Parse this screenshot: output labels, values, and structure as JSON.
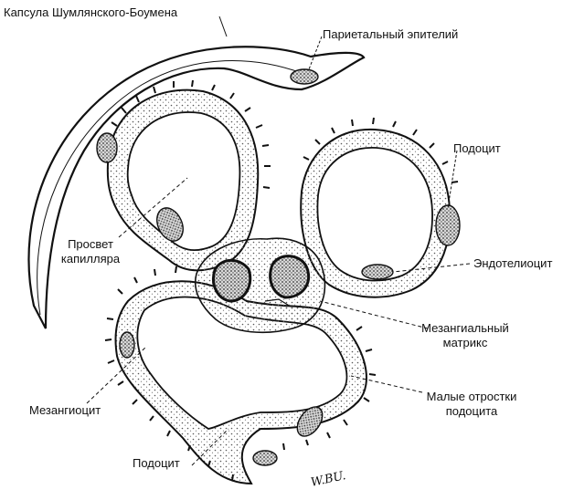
{
  "labels": {
    "bowman_capsule": "Капсула Шумлянского-Боумена",
    "parietal_epithelium": "Париетальный эпителий",
    "podocyte_top": "Подоцит",
    "capillary_lumen": "Просвет капилляра",
    "endotheliocyte": "Эндотелиоцит",
    "mesangial_matrix": "Мезангиальный матрикс",
    "small_podocyte_processes": "Малые отростки подоцита",
    "mesangiocyte": "Мезангиоцит",
    "podocyte_bottom": "Подоцит"
  },
  "signature": "W.BU.",
  "colors": {
    "ink": "#111111",
    "stipple": "#8a8a8a",
    "nucleus": "#b5b5b5"
  }
}
